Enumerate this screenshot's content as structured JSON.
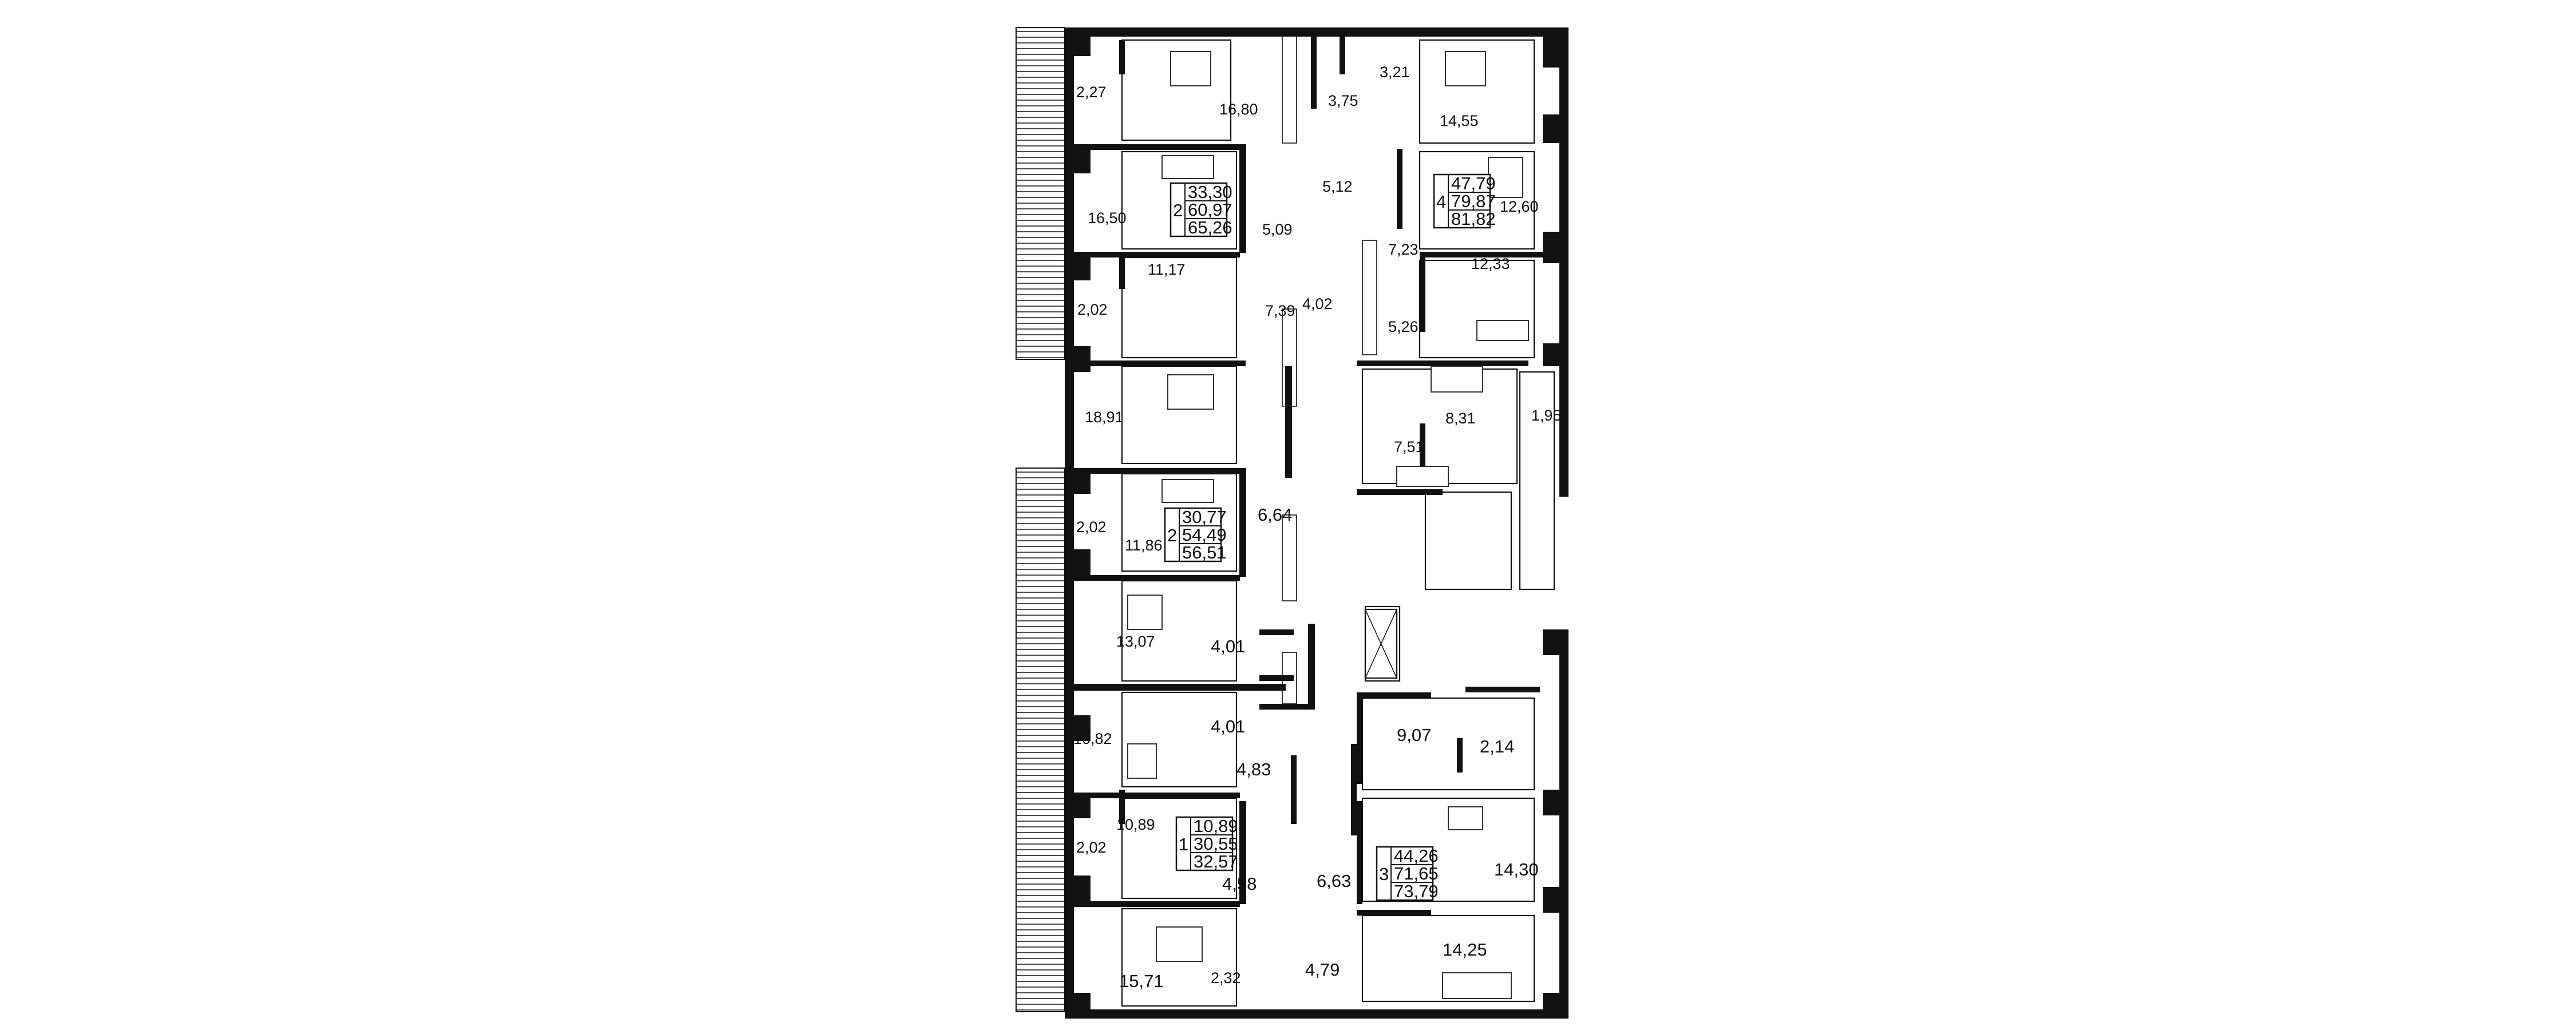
{
  "rooms": {
    "r1": "2,27",
    "r2": "16,80",
    "r3": "3,75",
    "r4": "3,21",
    "r5": "14,55",
    "r6": "16,50",
    "r7": "5,09",
    "r8": "5,12",
    "r9": "12,60",
    "r10": "7,23",
    "r11": "2,02",
    "r12": "11,17",
    "r13": "7,39",
    "r14": "4,02",
    "r15": "5,26",
    "r16": "12,33",
    "r17": "18,91",
    "r18": "8,31",
    "r19": "1,95",
    "r20": "7,51",
    "r21": "2,02",
    "r22": "11,86",
    "r23": "6,64",
    "r24": "13,07",
    "r25": "4,01",
    "r26": "10,82",
    "r27": "4,01",
    "r28": "4,83",
    "r29": "9,07",
    "r30": "2,14",
    "r31": "10,89",
    "r32": "2,02",
    "r33": "4,58",
    "r34": "6,63",
    "r35": "14,30",
    "r36": "14,25",
    "r37": "15,71",
    "r38": "2,32",
    "r39": "4,79"
  },
  "apartments": [
    {
      "rooms": "2",
      "living": "33,30",
      "total": "60,97",
      "with_balcony": "65,26"
    },
    {
      "rooms": "4",
      "living": "47,79",
      "total": "79,87",
      "with_balcony": "81,82"
    },
    {
      "rooms": "2",
      "living": "30,77",
      "total": "54,49",
      "with_balcony": "56,51"
    },
    {
      "rooms": "1",
      "living": "10,89",
      "total": "30,55",
      "with_balcony": "32,57"
    },
    {
      "rooms": "3",
      "living": "44,26",
      "total": "71,65",
      "with_balcony": "73,79"
    }
  ]
}
